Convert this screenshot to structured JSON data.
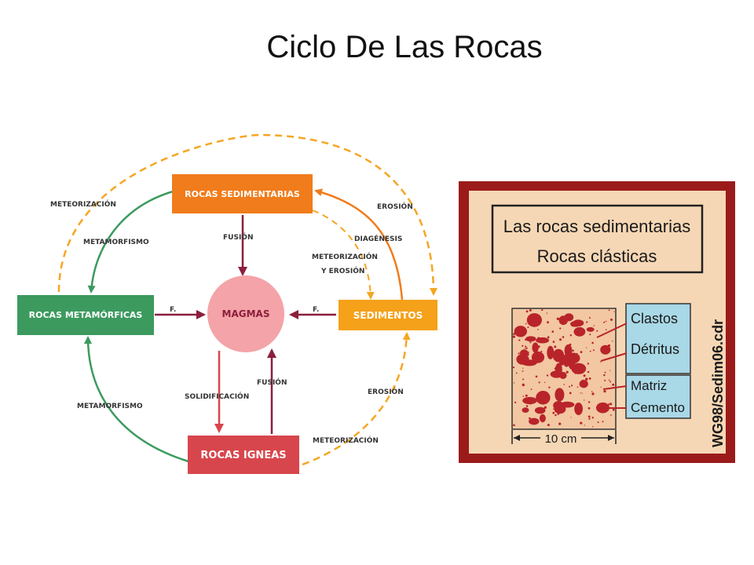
{
  "slide": {
    "title": "Ciclo De Las Rocas"
  },
  "cycle": {
    "nodes": {
      "sedimentarias": "ROCAS SEDIMENTARIAS",
      "metamorficas": "ROCAS METAMÓRFICAS",
      "magmas": "MAGMAS",
      "sedimentos": "SEDIMENTOS",
      "igneas": "ROCAS IGNEAS"
    },
    "labels": {
      "meteorizacion_top_left": "METEORIZACIÓN",
      "metamorfismo_top": "METAMORFISMO",
      "fusion_top": "FUSIÓN",
      "erosion_top_right": "EROSIÓN",
      "diagenesis": "DIAGÉNESIS",
      "meteorizacion_mid_line1": "METEORIZACIÓN",
      "meteorizacion_mid_line2": "Y EROSIÓN",
      "f_left": "F.",
      "f_right": "F.",
      "solidificacion": "SOLIDIFICACIÓN",
      "fusion_bottom": "FUSIÓN",
      "metamorfismo_bottom": "METAMORFISMO",
      "erosion_bottom_right": "EROSIÓN",
      "meteorizacion_bottom": "METEORIZACIÓN"
    },
    "colors": {
      "sedimentarias": "#f07c1b",
      "metamorficas": "#3c9a5f",
      "magmas": "#f4a3a8",
      "sedimentos": "#f5a11a",
      "igneas": "#d7464c",
      "dashed_arrow": "#f5a623",
      "green_arrow": "#3c9a5f",
      "maroon_arrow": "#8b1f3c"
    }
  },
  "clastic_panel": {
    "title_line1": "Las rocas sedimentarias",
    "title_line2": "Rocas clásticas",
    "label_clastos": "Clastos",
    "label_detritus": "Détritus",
    "label_matriz": "Matriz",
    "label_cemento": "Cemento",
    "scale": "10 cm",
    "watermark": "WG98/Sedim06.cdr",
    "colors": {
      "frame": "#9b1b1b",
      "background": "#f6d7b5",
      "grain": "#b8242a",
      "label_box": "#a9d8e6"
    }
  }
}
